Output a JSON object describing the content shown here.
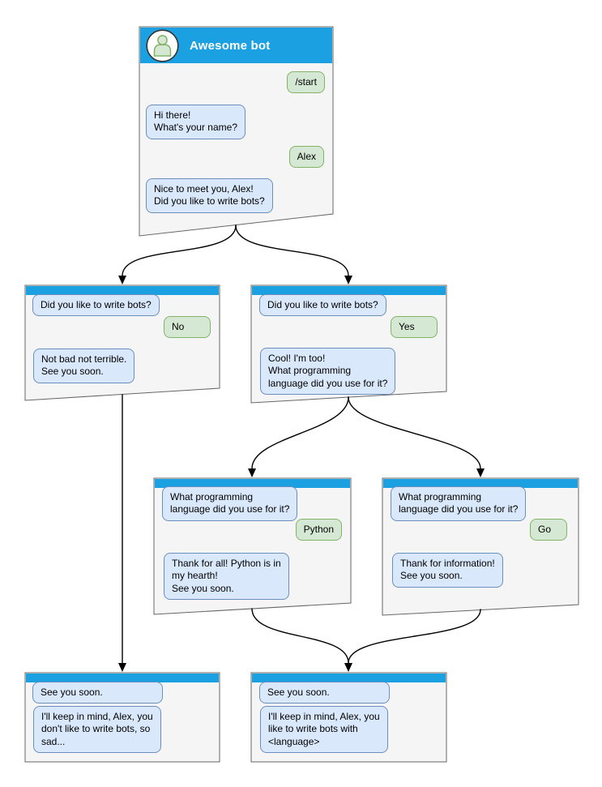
{
  "colors": {
    "header_blue": "#1BA1E2",
    "window_fill": "#F5F5F5",
    "window_border": "#666666",
    "bot_bubble_fill": "#DAE8FC",
    "bot_bubble_border": "#6C8EBF",
    "user_bubble_fill": "#D5E8D4",
    "user_bubble_border": "#82B366",
    "arrow_color": "#000000"
  },
  "windows": [
    {
      "id": "main",
      "title": "Awesome bot",
      "avatar": "person-icon",
      "messages": [
        {
          "from": "user",
          "text": "/start"
        },
        {
          "from": "bot",
          "text": "Hi there!\nWhat's your name?"
        },
        {
          "from": "user",
          "text": "Alex"
        },
        {
          "from": "bot",
          "text": "Nice to meet you, Alex!\nDid you like to write bots?"
        }
      ]
    },
    {
      "id": "branch-no",
      "messages": [
        {
          "from": "bot",
          "text": "Did you like to write bots?"
        },
        {
          "from": "user",
          "text": "No"
        },
        {
          "from": "bot",
          "text": "Not bad not terrible.\nSee you soon."
        }
      ]
    },
    {
      "id": "branch-yes",
      "messages": [
        {
          "from": "bot",
          "text": "Did you like to write bots?"
        },
        {
          "from": "user",
          "text": "Yes"
        },
        {
          "from": "bot",
          "text": "Cool! I'm too!\nWhat programming\nlanguage did you use for it?"
        }
      ]
    },
    {
      "id": "branch-python",
      "messages": [
        {
          "from": "bot",
          "text": "What programming\nlanguage did you use for it?"
        },
        {
          "from": "user",
          "text": "Python"
        },
        {
          "from": "bot",
          "text": "Thank for all! Python is in\nmy hearth!\nSee you soon."
        }
      ]
    },
    {
      "id": "branch-go",
      "messages": [
        {
          "from": "bot",
          "text": "What programming\nlanguage did you use for it?"
        },
        {
          "from": "user",
          "text": "Go"
        },
        {
          "from": "bot",
          "text": "Thank for information!\nSee you soon."
        }
      ]
    },
    {
      "id": "end-no",
      "messages": [
        {
          "from": "bot",
          "text": "See you soon."
        },
        {
          "from": "bot",
          "text": "I'll keep in mind, Alex, you\ndon't like to write bots, so\nsad..."
        }
      ]
    },
    {
      "id": "end-yes",
      "messages": [
        {
          "from": "bot",
          "text": "See you soon."
        },
        {
          "from": "bot",
          "text": "I'll keep in mind, Alex, you\nlike to write bots with\n<language>"
        }
      ]
    }
  ],
  "edges": [
    {
      "from": "main",
      "to": "branch-no"
    },
    {
      "from": "main",
      "to": "branch-yes"
    },
    {
      "from": "branch-no",
      "to": "end-no"
    },
    {
      "from": "branch-yes",
      "to": "branch-python"
    },
    {
      "from": "branch-yes",
      "to": "branch-go"
    },
    {
      "from": "branch-python",
      "to": "end-yes"
    },
    {
      "from": "branch-go",
      "to": "end-yes"
    }
  ]
}
